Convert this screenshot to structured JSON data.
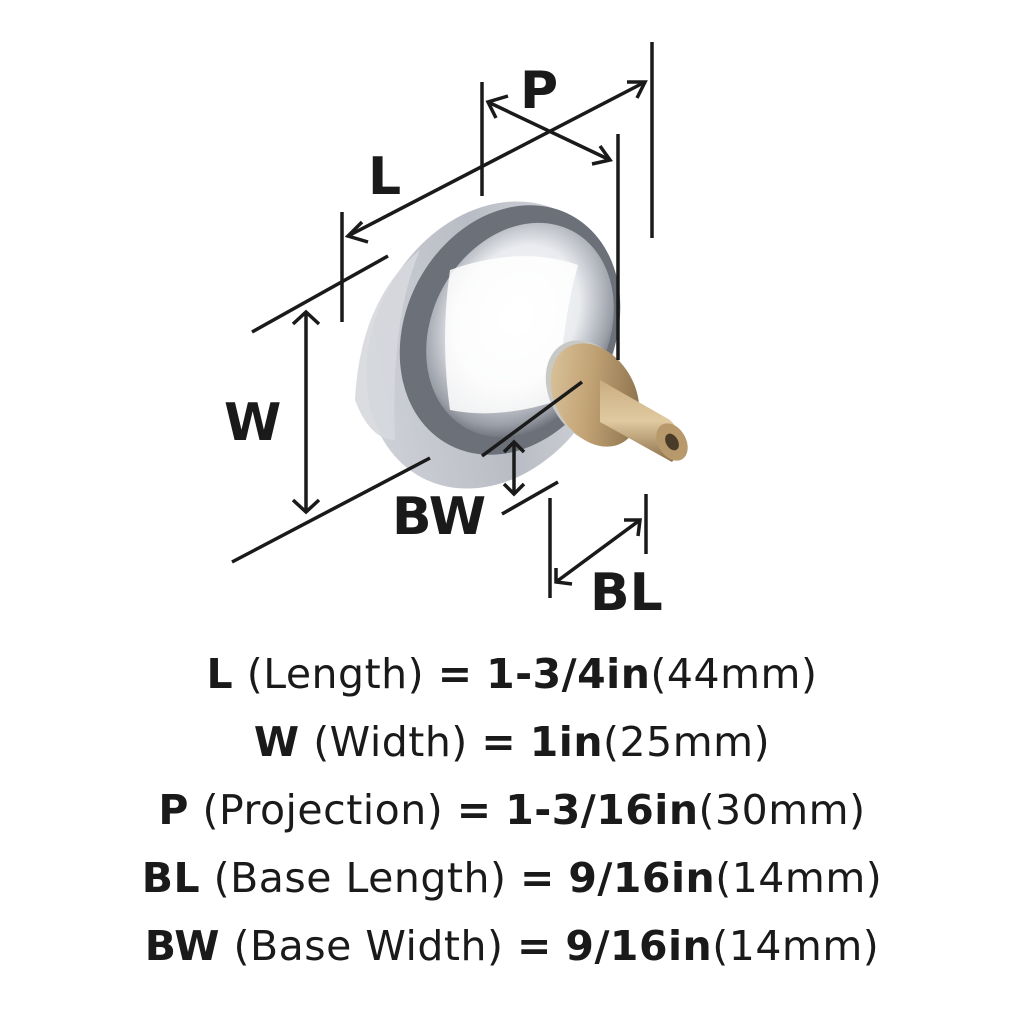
{
  "diagram": {
    "labels": {
      "L": "L",
      "P": "P",
      "W": "W",
      "BW": "BW",
      "BL": "BL"
    },
    "colors": {
      "line": "#1a1a1a",
      "glass_light": "#f4f5f8",
      "glass_mid": "#c9ccd3",
      "glass_dark": "#5b5e66",
      "brass_light": "#d9c29a",
      "brass_mid": "#b39366",
      "brass_dark": "#7a6240"
    }
  },
  "specs": [
    {
      "abbr": "L",
      "name": "(Length)",
      "eq": "=",
      "inch": "1-3/4in",
      "mm": "(44mm)"
    },
    {
      "abbr": "W",
      "name": "(Width)",
      "eq": "=",
      "inch": "1in",
      "mm": "(25mm)"
    },
    {
      "abbr": "P",
      "name": "(Projection)",
      "eq": "=",
      "inch": "1-3/16in",
      "mm": "(30mm)"
    },
    {
      "abbr": "BL",
      "name": "(Base Length)",
      "eq": "=",
      "inch": "9/16in",
      "mm": "(14mm)"
    },
    {
      "abbr": "BW",
      "name": "(Base Width)",
      "eq": "=",
      "inch": "9/16in",
      "mm": "(14mm)"
    }
  ]
}
